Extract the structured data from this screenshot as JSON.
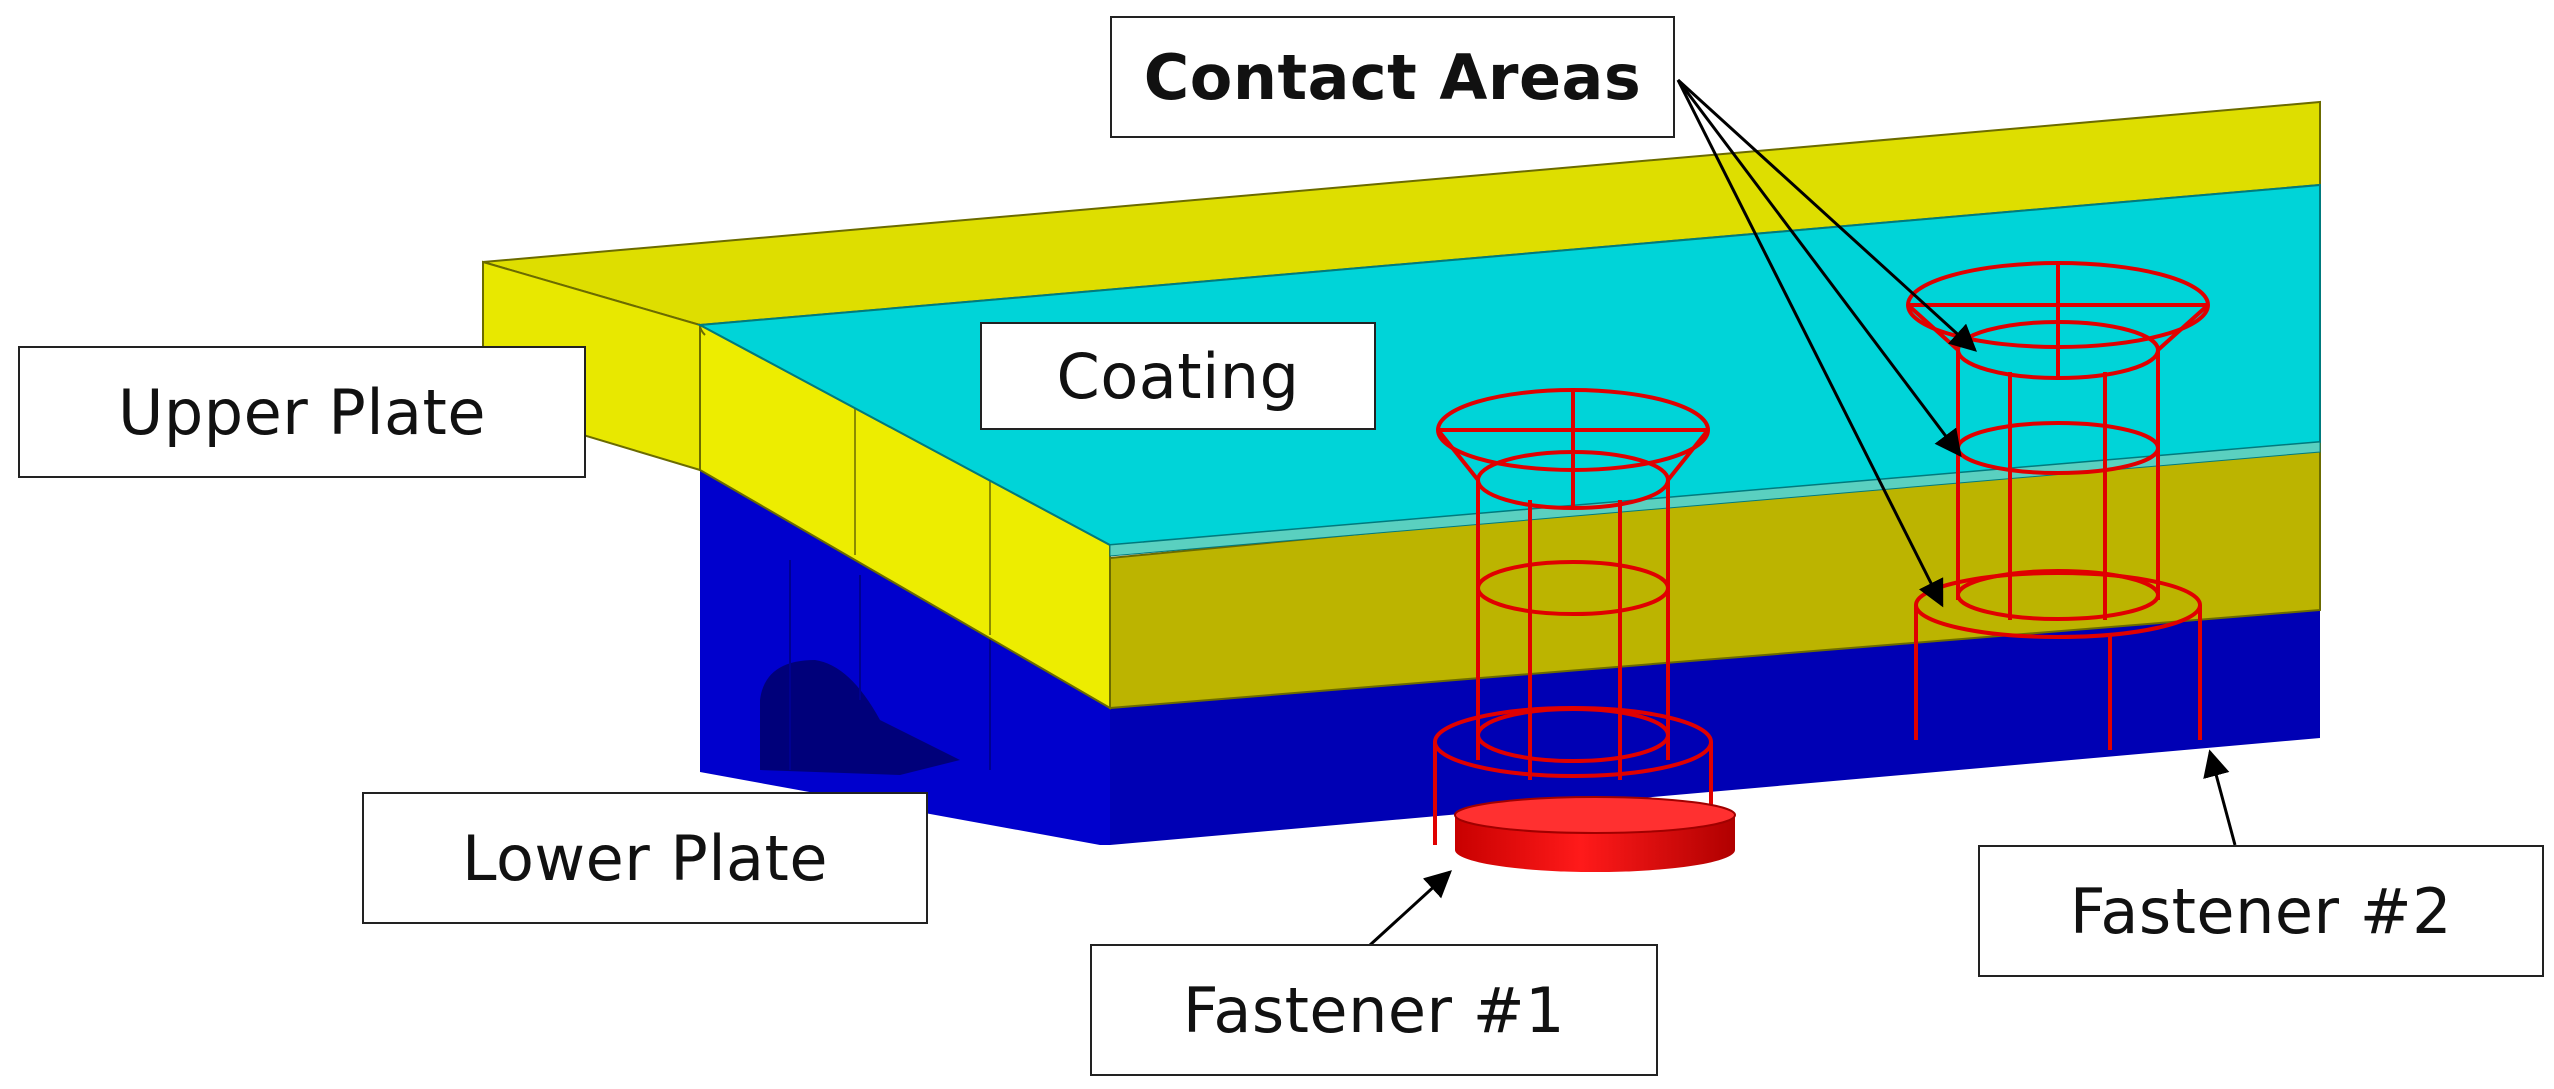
{
  "labels": {
    "contact_areas": "Contact Areas",
    "upper_plate": "Upper Plate",
    "coating": "Coating",
    "lower_plate": "Lower Plate",
    "fastener_1": "Fastener #1",
    "fastener_2": "Fastener #2"
  },
  "colors": {
    "upper_plate": "#e6e600",
    "coating": "#00d2d6",
    "lower_plate": "#0000c8",
    "fastener_wire": "#e00000"
  }
}
